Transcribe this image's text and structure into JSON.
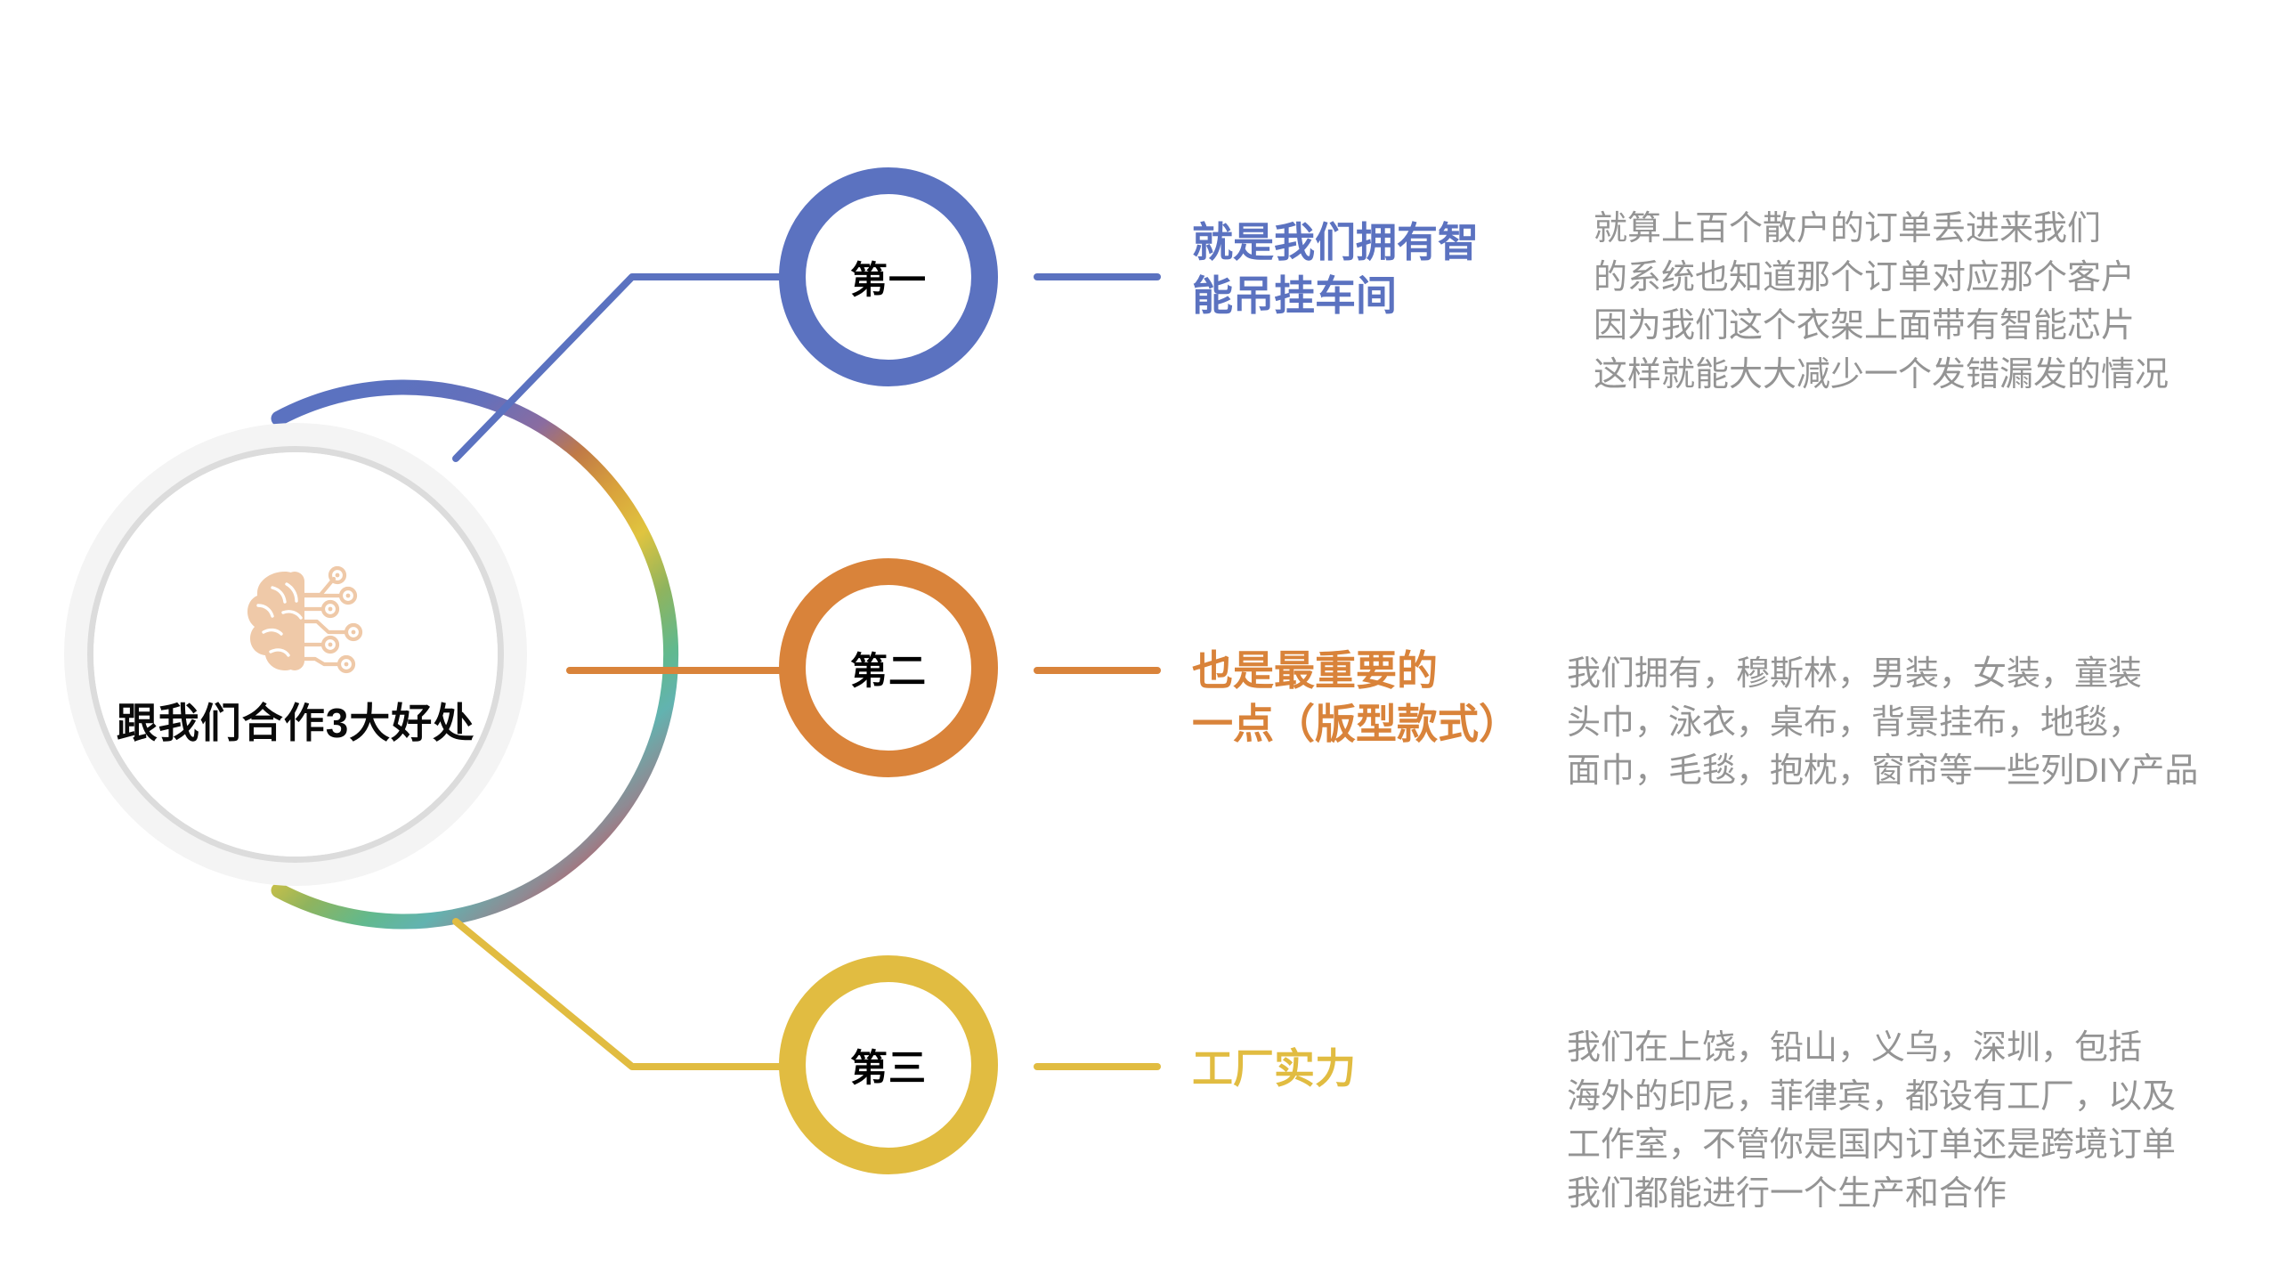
{
  "theme": {
    "background": "#ffffff",
    "hub_ring_color": "#dcdcdc",
    "hub_glow_color": "#f4f4f4",
    "hub_icon_color": "#efc9a8",
    "body_text_color": "#949494",
    "gradient_stops": [
      "#5b72c0",
      "#7a6fae",
      "#c07a46",
      "#d9a23c",
      "#e0c43f",
      "#8fb45e",
      "#61b98e",
      "#62b3b0",
      "#8f8a93",
      "#c8505c",
      "#cc4b55"
    ]
  },
  "hub": {
    "title": "跟我们合作3大好处",
    "icon": "ai-brain-icon"
  },
  "steps": [
    {
      "id": "first",
      "badge": "第一",
      "color": "#5b72c0",
      "heading": "就是我们拥有智\n能吊挂车间",
      "body": "就算上百个散户的订单丢进来我们\n的系统也知道那个订单对应那个客户\n因为我们这个衣架上面带有智能芯片\n这样就能大大减少一个发错漏发的情况"
    },
    {
      "id": "second",
      "badge": "第二",
      "color": "#d9833a",
      "heading": "也是最重要的\n一点（版型款式）",
      "body": "我们拥有，穆斯林，男装，女装，童装\n头巾，泳衣，桌布，背景挂布，地毯，\n面巾，毛毯，抱枕，窗帘等一些列DIY产品"
    },
    {
      "id": "third",
      "badge": "第三",
      "color": "#e1bc41",
      "heading": "工厂实力",
      "body": "我们在上饶，铅山，义乌，深圳，包括\n海外的印尼，菲律宾，都设有工厂，以及\n工作室，不管你是国内订单还是跨境订单\n我们都能进行一个生产和合作"
    }
  ]
}
